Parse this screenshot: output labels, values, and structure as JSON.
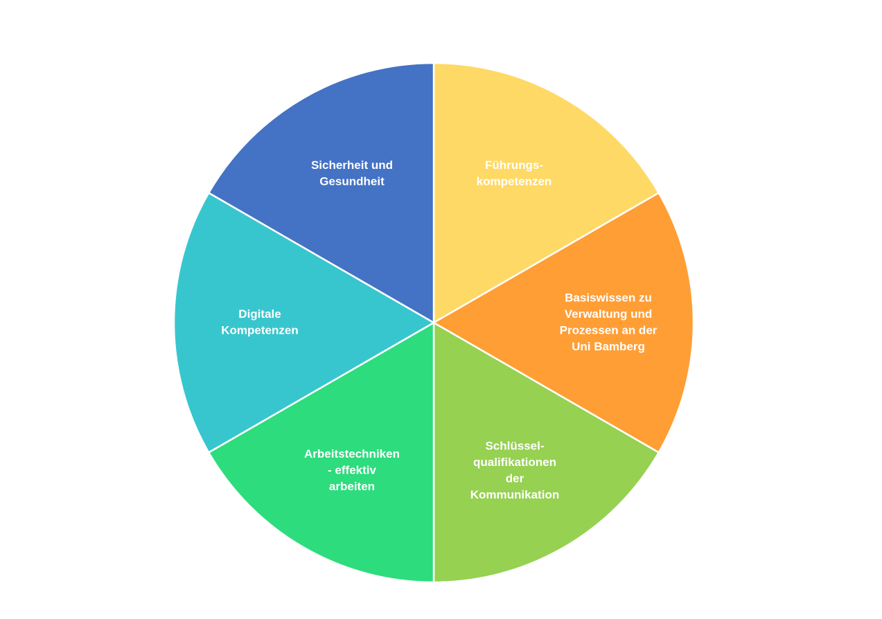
{
  "wheel": {
    "segments": [
      {
        "id": "fuehrungskompetenzen",
        "lines": [
          "Führungs-",
          "kompetenzen"
        ],
        "color": "#FFD966"
      },
      {
        "id": "basiswissen",
        "lines": [
          "Basiswissen zu",
          "Verwaltung und",
          "Prozessen an der",
          "Uni Bamberg"
        ],
        "color": "#FF9E35"
      },
      {
        "id": "schluesselqualifikationen",
        "lines": [
          "Schlüssel-",
          "qualifikationen",
          "der",
          "Kommunikation"
        ],
        "color": "#96D152"
      },
      {
        "id": "arbeitstechniken",
        "lines": [
          "Arbeitstechniken",
          "- effektiv",
          "arbeiten"
        ],
        "color": "#2DDC7D"
      },
      {
        "id": "digitale-kompetenzen",
        "lines": [
          "Digitale",
          "Kompetenzen"
        ],
        "color": "#38C6CE"
      },
      {
        "id": "sicherheit-gesundheit",
        "lines": [
          "Sicherheit und",
          "Gesundheit"
        ],
        "color": "#4472C4"
      }
    ]
  }
}
